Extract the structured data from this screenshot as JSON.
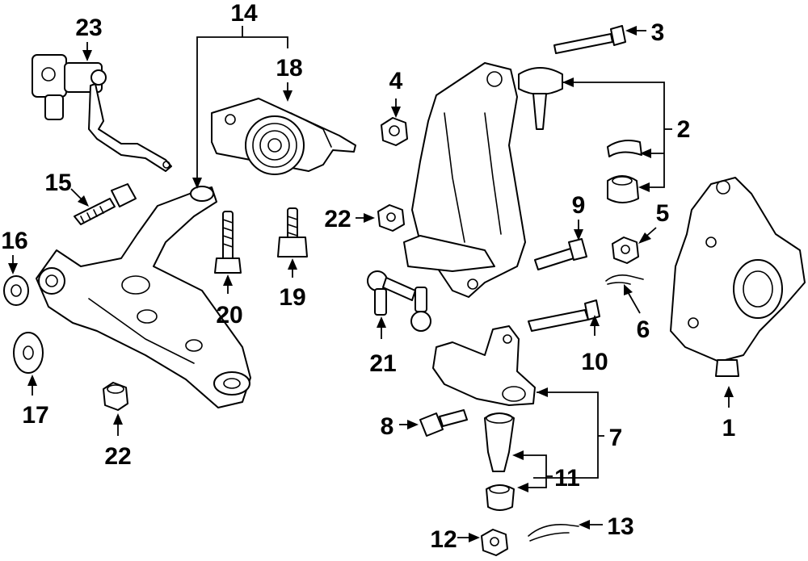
{
  "diagram": {
    "background": "#ffffff",
    "ink": "#000000",
    "callouts": [
      {
        "id": "c1",
        "text": "1"
      },
      {
        "id": "c2",
        "text": "2"
      },
      {
        "id": "c3",
        "text": "3"
      },
      {
        "id": "c4",
        "text": "4"
      },
      {
        "id": "c5",
        "text": "5"
      },
      {
        "id": "c6",
        "text": "6"
      },
      {
        "id": "c7",
        "text": "7"
      },
      {
        "id": "c8",
        "text": "8"
      },
      {
        "id": "c9",
        "text": "9"
      },
      {
        "id": "c10",
        "text": "10"
      },
      {
        "id": "c11",
        "text": "11"
      },
      {
        "id": "c12",
        "text": "12"
      },
      {
        "id": "c13",
        "text": "13"
      },
      {
        "id": "c14",
        "text": "14"
      },
      {
        "id": "c15",
        "text": "15"
      },
      {
        "id": "c16",
        "text": "16"
      },
      {
        "id": "c17",
        "text": "17"
      },
      {
        "id": "c18",
        "text": "18"
      },
      {
        "id": "c19",
        "text": "19"
      },
      {
        "id": "c20",
        "text": "20"
      },
      {
        "id": "c21",
        "text": "21"
      },
      {
        "id": "c22a",
        "text": "22"
      },
      {
        "id": "c22b",
        "text": "22"
      },
      {
        "id": "c23",
        "text": "23"
      }
    ]
  }
}
